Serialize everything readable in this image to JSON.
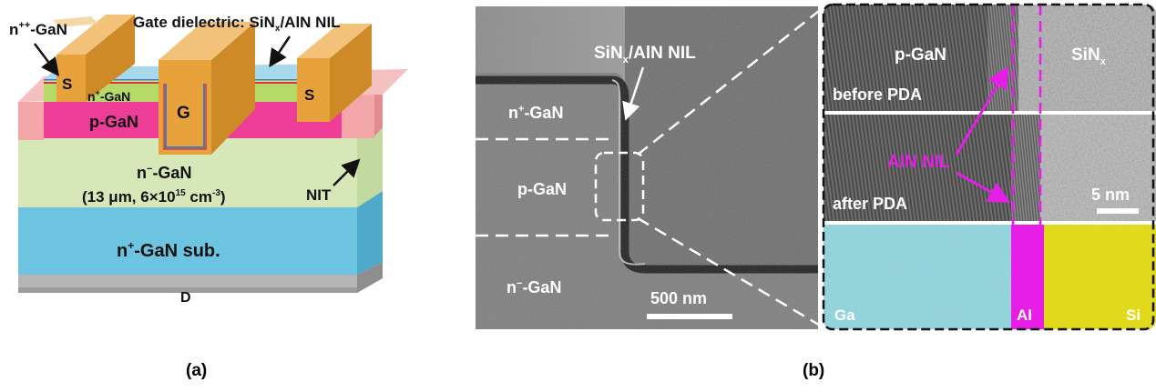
{
  "panel_a": {
    "caption": "(a)",
    "labels": {
      "npp_gan": "n++-GaN",
      "gate_dielectric": "Gate dielectric: SiNx/AlN NIL",
      "source": "S",
      "gate": "G",
      "np_gan": "n+-GaN",
      "p_gan": "p-GaN",
      "drift_line1": "n−-GaN",
      "drift_line2": "(13 μm, 6×10^15 cm^-3)",
      "nit": "NIT",
      "substrate": "n+-GaN sub.",
      "drain": "D"
    }
  },
  "panel_b": {
    "caption": "(b)",
    "sem": {
      "nil_label": "SiNx/AlN NIL",
      "np_gan": "n+-GaN",
      "p_gan": "p-GaN",
      "nm_gan": "n−-GaN",
      "scale_bar": "500 nm"
    },
    "tem": {
      "p_gan": "p-GaN",
      "sinx": "SiNx",
      "before": "before PDA",
      "after": "after PDA",
      "aln_nil": "AlN NIL",
      "scale_bar": "5 nm",
      "eds_ga": "Ga",
      "eds_al": "Al",
      "eds_si": "Si"
    }
  },
  "colors": {
    "magenta": "#e61ee6",
    "contact_orange": "#e8a23c",
    "p_gan_pink": "#ee3d96",
    "np_gan_green": "#b6d96a",
    "drift_green": "#d6e8b8",
    "substrate_blue": "#6cc4e0",
    "nit_pink": "#f2a6a8",
    "dielectric_blue": "#a8d8ec",
    "eds_cyan": "#8fd7e0",
    "eds_yellow": "#e8e000"
  }
}
